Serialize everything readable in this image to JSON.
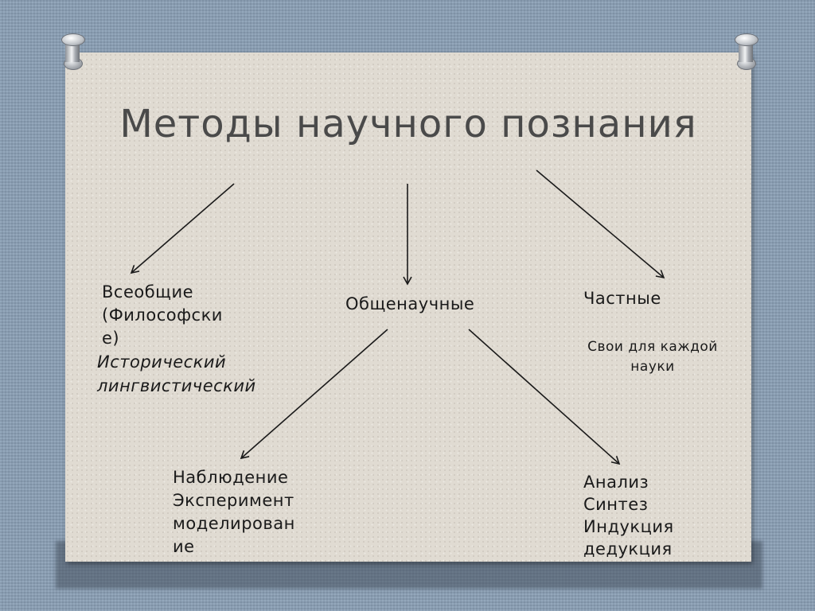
{
  "title": "Методы научного познания",
  "universal": {
    "label_lines": [
      "Всеобщие",
      "(Философски",
      "е)"
    ],
    "examples": [
      "Исторический",
      "лингвистический"
    ]
  },
  "general_scientific": {
    "label": "Общенаучные",
    "left_branch": [
      "Наблюдение",
      "Эксперимент",
      "моделирован",
      "ие"
    ],
    "right_branch": [
      "Анализ",
      "Синтез",
      "Индукция",
      "дедукция"
    ]
  },
  "particular": {
    "label": "Частные",
    "note_lines": [
      "Свои для каждой",
      "науки"
    ]
  }
}
